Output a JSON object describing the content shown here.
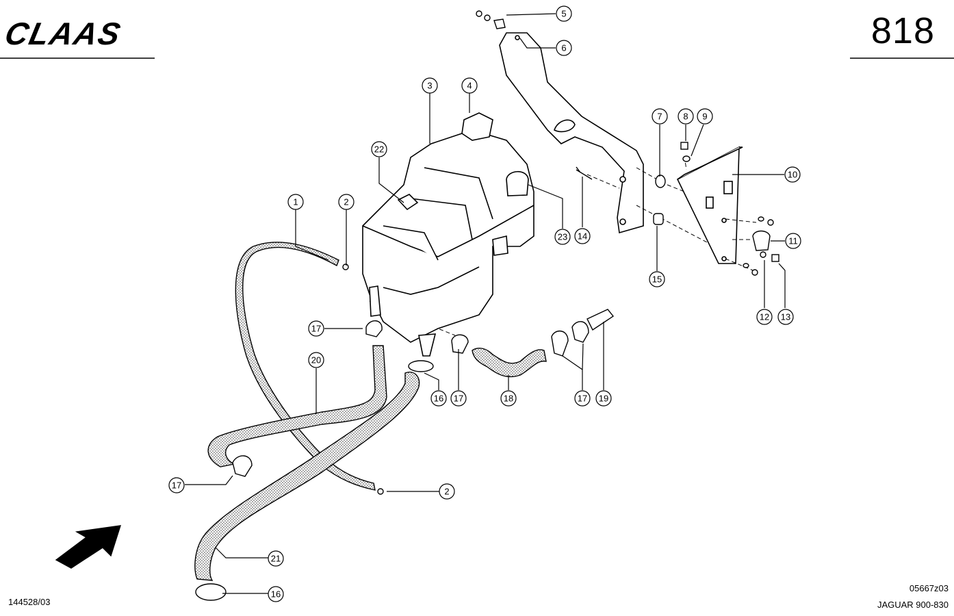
{
  "header": {
    "brand": "CLAAS",
    "page_number": "818"
  },
  "footer": {
    "document_number": "144528/03",
    "drawing_number": "05667z03",
    "model": "JAGUAR 900-830"
  },
  "callouts": [
    {
      "label": "1"
    },
    {
      "label": "2"
    },
    {
      "label": "2"
    },
    {
      "label": "3"
    },
    {
      "label": "4"
    },
    {
      "label": "5"
    },
    {
      "label": "6"
    },
    {
      "label": "7"
    },
    {
      "label": "8"
    },
    {
      "label": "9"
    },
    {
      "label": "10"
    },
    {
      "label": "11"
    },
    {
      "label": "12"
    },
    {
      "label": "13"
    },
    {
      "label": "14"
    },
    {
      "label": "15"
    },
    {
      "label": "16"
    },
    {
      "label": "16"
    },
    {
      "label": "17"
    },
    {
      "label": "17"
    },
    {
      "label": "17"
    },
    {
      "label": "17"
    },
    {
      "label": "18"
    },
    {
      "label": "19"
    },
    {
      "label": "20"
    },
    {
      "label": "21"
    },
    {
      "label": "22"
    },
    {
      "label": "23"
    }
  ]
}
